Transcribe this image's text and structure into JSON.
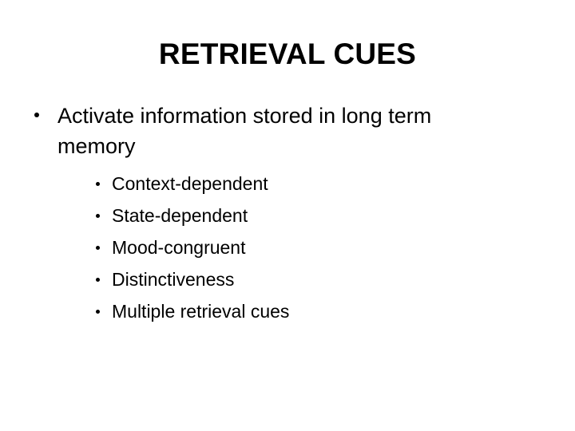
{
  "slide": {
    "title": "RETRIEVAL CUES",
    "background_color": "#ffffff",
    "text_color": "#000000",
    "bullets": [
      {
        "level": 1,
        "text": "Activate information stored in long term memory",
        "marker": "bullet-dot"
      },
      {
        "level": 2,
        "text": "Context-dependent",
        "marker": "bullet-dot"
      },
      {
        "level": 2,
        "text": "State-dependent",
        "marker": "bullet-dot"
      },
      {
        "level": 2,
        "text": "Mood-congruent",
        "marker": "bullet-dot"
      },
      {
        "level": 2,
        "text": "Distinctiveness",
        "marker": "bullet-dot"
      },
      {
        "level": 2,
        "text": "Multiple retrieval cues",
        "marker": "bullet-dot"
      }
    ]
  }
}
